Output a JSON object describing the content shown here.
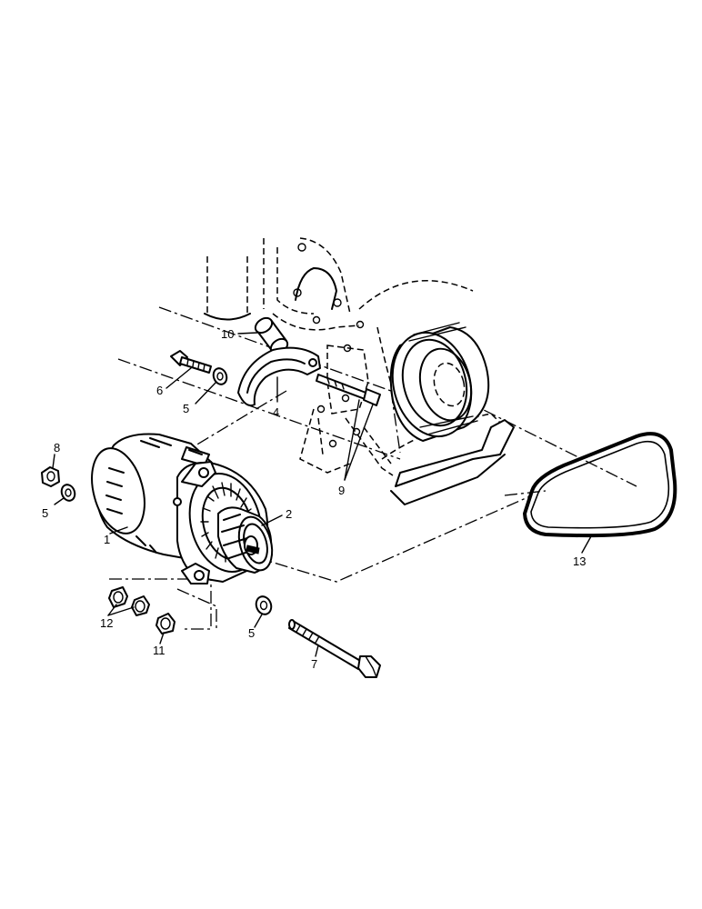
{
  "callouts": [
    {
      "id": "1",
      "text": "1"
    },
    {
      "id": "2",
      "text": "2"
    },
    {
      "id": "4",
      "text": "4"
    },
    {
      "id": "5a",
      "text": "5"
    },
    {
      "id": "5b",
      "text": "5"
    },
    {
      "id": "5c",
      "text": "5"
    },
    {
      "id": "6",
      "text": "6"
    },
    {
      "id": "7",
      "text": "7"
    },
    {
      "id": "8",
      "text": "8"
    },
    {
      "id": "9",
      "text": "9"
    },
    {
      "id": "10",
      "text": "10"
    },
    {
      "id": "11",
      "text": "11"
    },
    {
      "id": "12",
      "text": "12"
    },
    {
      "id": "13",
      "text": "13"
    }
  ]
}
